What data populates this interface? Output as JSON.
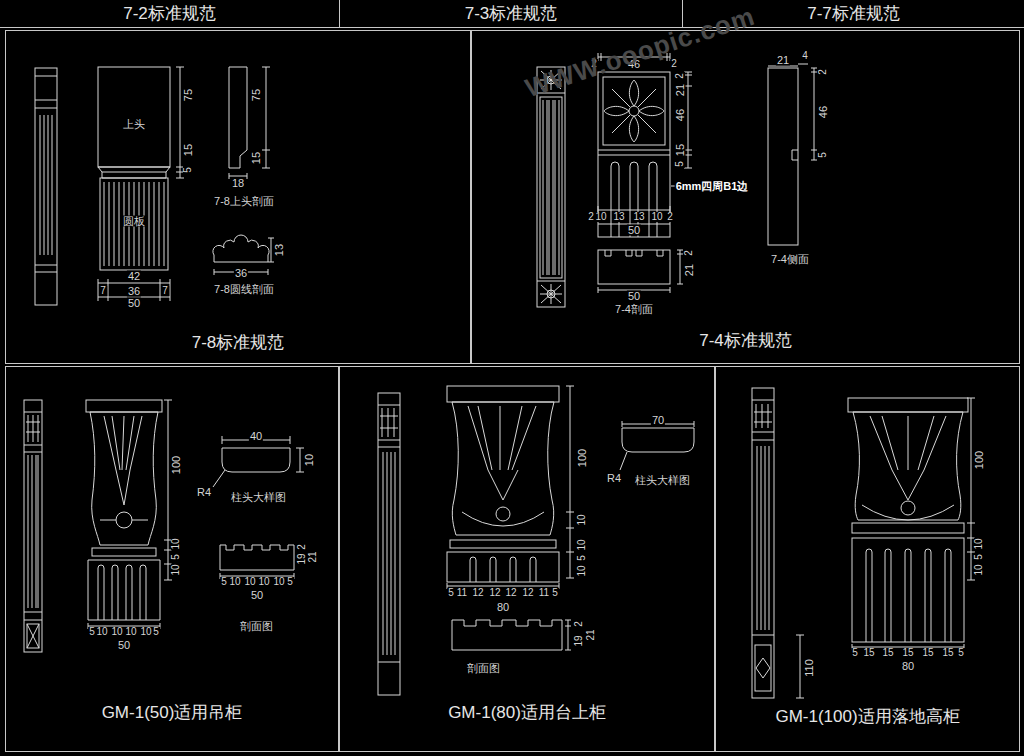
{
  "diagram": {
    "nodes": [
      {
        "text": [
          "7-2标准规范"
        ]
      },
      {
        "text": [
          "7-3标准规范"
        ]
      },
      {
        "text": [
          "7-7标准规范"
        ]
      },
      {
        "text": [
          "7-8标准规范"
        ]
      },
      {
        "text": [
          "7-4标准规范"
        ]
      },
      {
        "text": [
          "GM-1(50)适用吊柜"
        ]
      },
      {
        "text": [
          "GM-1(80)适用台上柜"
        ]
      },
      {
        "text": [
          "GM-1(100)适用落地高柜"
        ]
      }
    ],
    "labels": [
      "75",
      "15",
      "5",
      "上头",
      "圆板",
      "42",
      "7",
      "36",
      "7",
      "50",
      "75",
      "15",
      "18",
      "7-8上头剖面",
      "13",
      "36",
      "7-8圆线剖面",
      "2",
      "46",
      "2",
      "2",
      "21",
      "46",
      "15",
      "5",
      "6mm四周B1边",
      "2",
      "10",
      "13",
      "13",
      "10",
      "2",
      "50",
      "2",
      "21",
      "50",
      "7-4剖面",
      "21",
      "4",
      "2",
      "46",
      "5",
      "7-4侧面",
      "100",
      "10",
      "5",
      "10",
      "40",
      "10",
      "R4",
      "柱头大样图",
      "2",
      "19",
      "21",
      "5",
      "10",
      "10",
      "10",
      "10",
      "5",
      "50",
      "剖面图",
      "5",
      "10",
      "10",
      "10",
      "10",
      "5",
      "50",
      "100",
      "10",
      "10",
      "5",
      "10",
      "70",
      "R4",
      "柱头大样图",
      "5",
      "11",
      "12",
      "12",
      "12",
      "12",
      "11",
      "5",
      "80",
      "2",
      "21",
      "19",
      "剖面图",
      "100",
      "10",
      "5",
      "10",
      "5",
      "15",
      "15",
      "15",
      "15",
      "15",
      "5",
      "80",
      "110",
      "WWW.ooopic.com"
    ]
  }
}
